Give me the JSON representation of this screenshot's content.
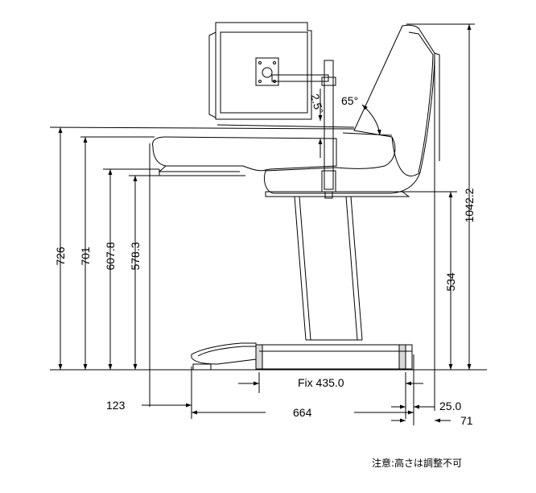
{
  "dimensions": {
    "d726": "726",
    "d701": "701",
    "d607": "607.8",
    "d578": "578.3",
    "d1042": "1042.2",
    "d534": "534",
    "d123": "123",
    "d664": "664",
    "fix": "Fix 435.0",
    "d25": "25.0",
    "d71": "71",
    "angle65": "65°",
    "angle25": "2.5°"
  },
  "note": "注意:高さは調整不可"
}
